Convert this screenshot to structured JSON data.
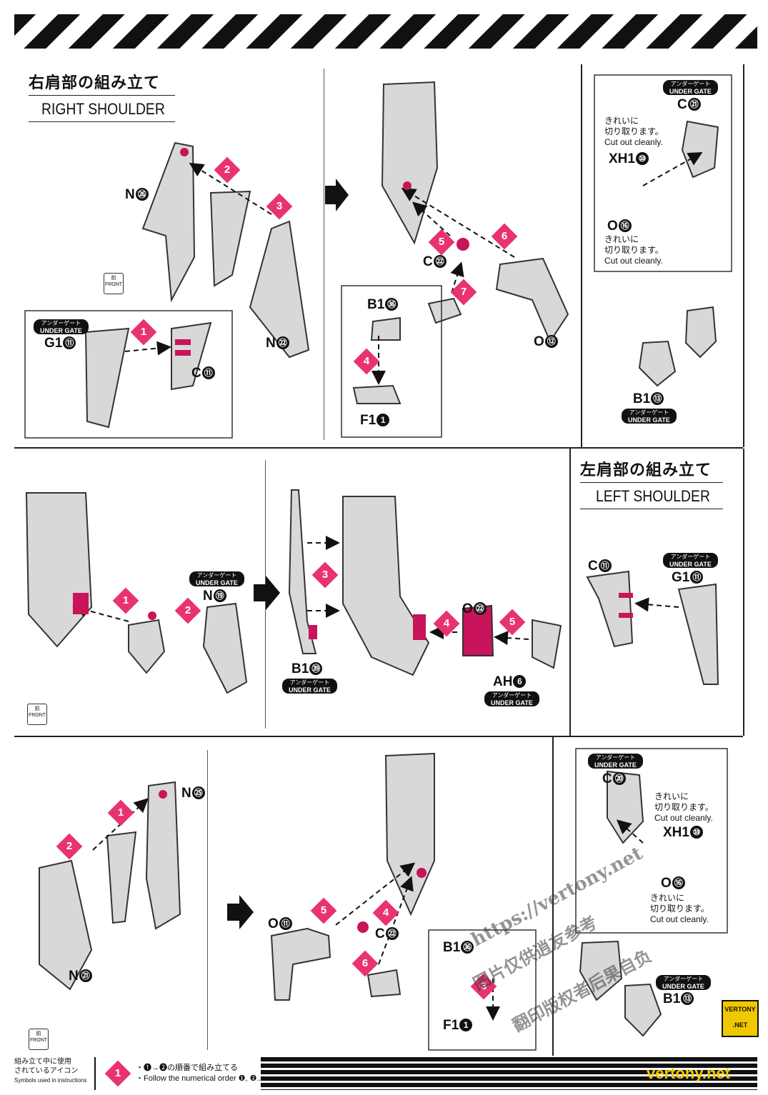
{
  "sections": {
    "right": {
      "title_jp": "右肩部の組み立て",
      "title_en": "RIGHT SHOULDER"
    },
    "left": {
      "title_jp": "左肩部の組み立て",
      "title_en": "LEFT SHOULDER"
    }
  },
  "under_gate": {
    "jp": "アンダーゲート",
    "en": "UNDER GATE"
  },
  "cut_note": {
    "jp1": "きれいに",
    "jp2": "切り取ります。",
    "en": "Cut out cleanly."
  },
  "front_icon": {
    "jp": "前",
    "en": "FRONT"
  },
  "parts": {
    "N": "N",
    "G1": "G1",
    "C": "C",
    "B1": "B1",
    "F1": "F1",
    "O": "O",
    "XH1": "XH1",
    "AH": "AH"
  },
  "nums": {
    "n26": "㉖",
    "n22": "㉒",
    "n11": "⑪",
    "n36": "㊱",
    "n1": "1",
    "n12": "⑫",
    "n21": "㉑",
    "n10": "⑩",
    "n16": "⑯",
    "n13": "⑬",
    "n19": "⑲",
    "n39": "㊴",
    "n6": "6",
    "n25": "㉕",
    "n20": "⑳"
  },
  "steps": [
    "1",
    "2",
    "3",
    "4",
    "5",
    "6",
    "7"
  ],
  "legend": {
    "title_jp1": "組み立て中に使用",
    "title_jp2": "されているアイコン",
    "title_en": "Symbols used in instructions",
    "icon_num": "1",
    "line1": "・❶→❷の順番で組み立てる",
    "line2": "・Follow the numerical order ❶, ❷..."
  },
  "watermark": {
    "url": "https://vertony.net",
    "cn1": "图片仅供逍友参考",
    "cn2": "翻印版权者后果自负",
    "logo1": "VERTONY",
    "logo2": ".NET",
    "footer": "vertony.net"
  }
}
